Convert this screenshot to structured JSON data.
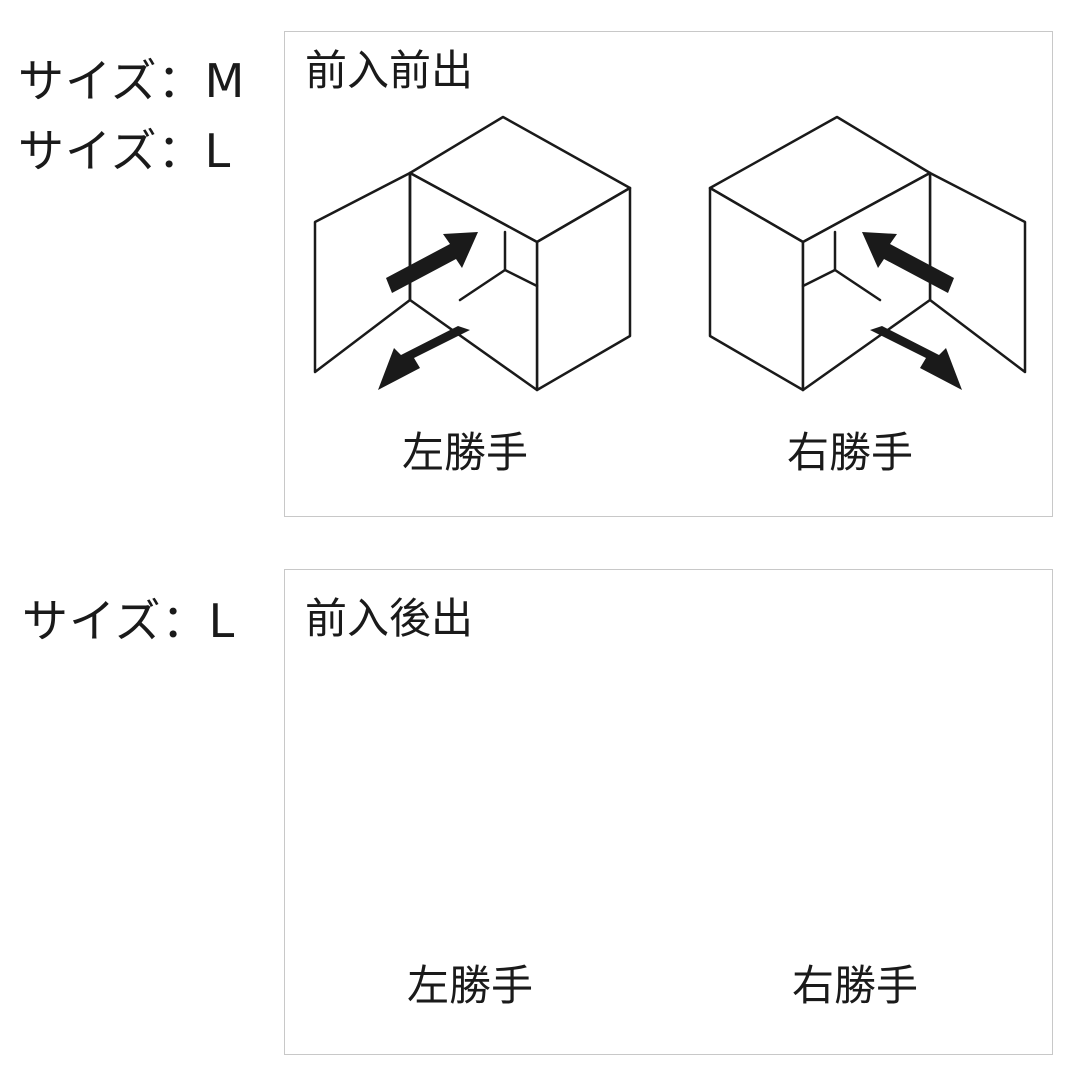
{
  "sizes_top": [
    "サイズ：M",
    "サイズ：L"
  ],
  "sizes_bottom": [
    "サイズ：L"
  ],
  "panel_top": {
    "title": "前入前出",
    "left_caption": "左勝手",
    "right_caption": "右勝手"
  },
  "panel_bottom": {
    "title": "前入後出",
    "left_caption": "左勝手",
    "right_caption": "右勝手"
  },
  "colors": {
    "line": "#1a1a1a",
    "border": "#c8c8c8",
    "background": "#ffffff"
  }
}
